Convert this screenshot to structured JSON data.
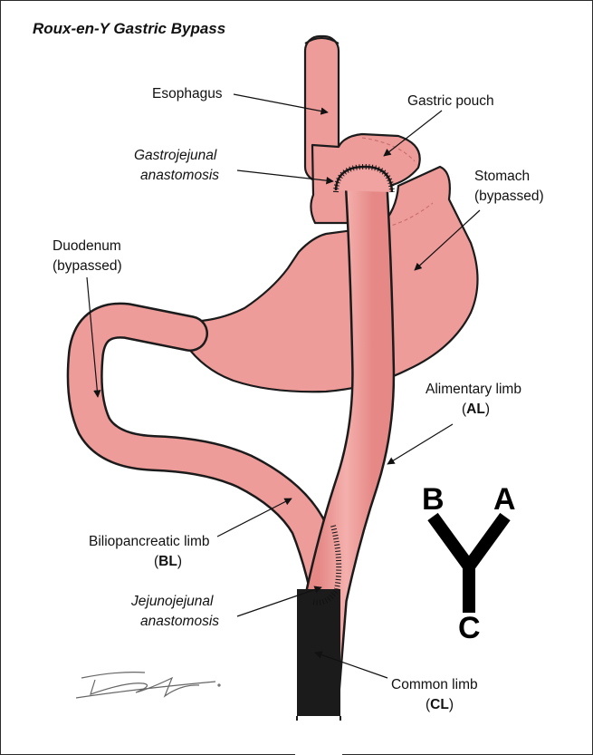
{
  "title": "Roux-en-Y Gastric Bypass",
  "labels": {
    "esophagus": "Esophagus",
    "gastric_pouch": "Gastric pouch",
    "gj_line1": "Gastrojejunal",
    "gj_line2": "anastomosis",
    "stomach_line1": "Stomach",
    "stomach_line2": "(bypassed)",
    "duodenum_line1": "Duodenum",
    "duodenum_line2": "(bypassed)",
    "alimentary_line1": "Alimentary limb",
    "alimentary_abbr": "AL",
    "bilio_line1": "Biliopancreatic limb",
    "bilio_abbr": "BL",
    "jj_line1": "Jejunojejunal",
    "jj_line2": "anastomosis",
    "common_line1": "Common limb",
    "common_abbr": "CL"
  },
  "y_diagram": {
    "left": "B",
    "right": "A",
    "bottom": "C"
  },
  "colors": {
    "tissue": "#ee9c9a",
    "tissue_dark": "#d97b7a",
    "outline": "#1b1b1b"
  }
}
